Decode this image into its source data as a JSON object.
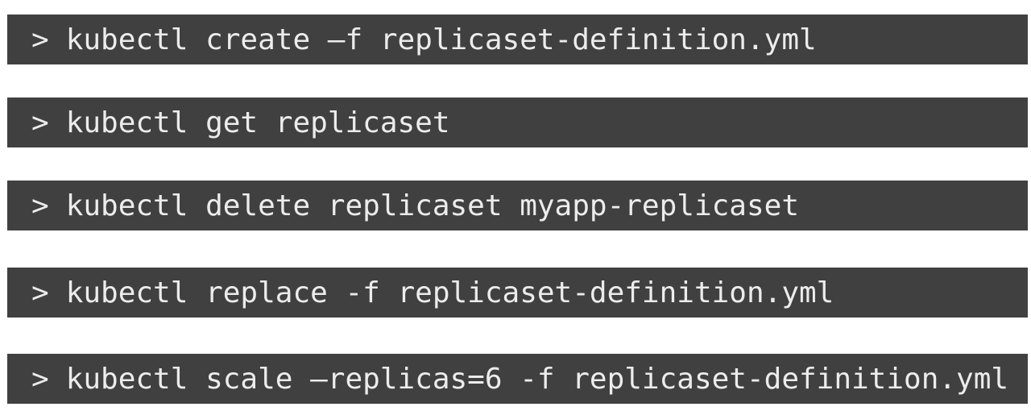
{
  "prompt_symbol": ">",
  "commands": [
    {
      "text": "kubectl create –f replicaset-definition.yml"
    },
    {
      "text": "kubectl get replicaset"
    },
    {
      "text": "kubectl delete replicaset myapp-replicaset"
    },
    {
      "text": "kubectl replace -f replicaset-definition.yml"
    },
    {
      "text": "kubectl scale –replicas=6 -f replicaset-definition.yml"
    }
  ],
  "colors": {
    "bar_background": "#404040",
    "text": "#ececec",
    "page_background": "#ffffff"
  }
}
